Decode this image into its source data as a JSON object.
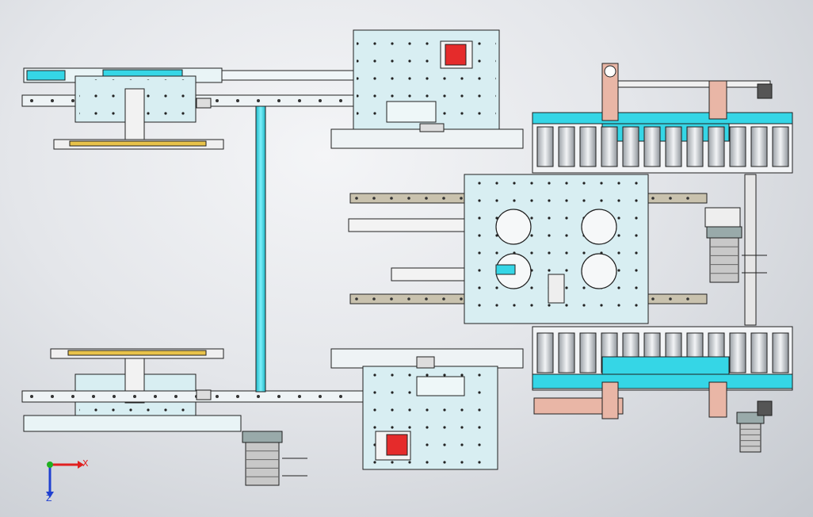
{
  "triad": {
    "x_label": "X",
    "z_label": "Z",
    "x_color": "#e02020",
    "y_color": "#20b020",
    "z_color": "#2040d0"
  },
  "colors": {
    "plate": "#d8eef2",
    "cyan": "#35d6e6",
    "yellow": "#e8c24a",
    "red": "#e52b2b",
    "salmon": "#e9b6a6",
    "rail": "#c9c2ae",
    "line": "#202020",
    "motor": "#c8c8c8"
  },
  "components": [
    "left-upper-conveyor",
    "left-lower-conveyor",
    "top-center-carriage",
    "bottom-center-carriage",
    "vertical-shaft",
    "bottom-servo-motor",
    "right-roller-conveyor",
    "center-turntable-plate",
    "right-servo-motor",
    "corner-servo-motor"
  ]
}
